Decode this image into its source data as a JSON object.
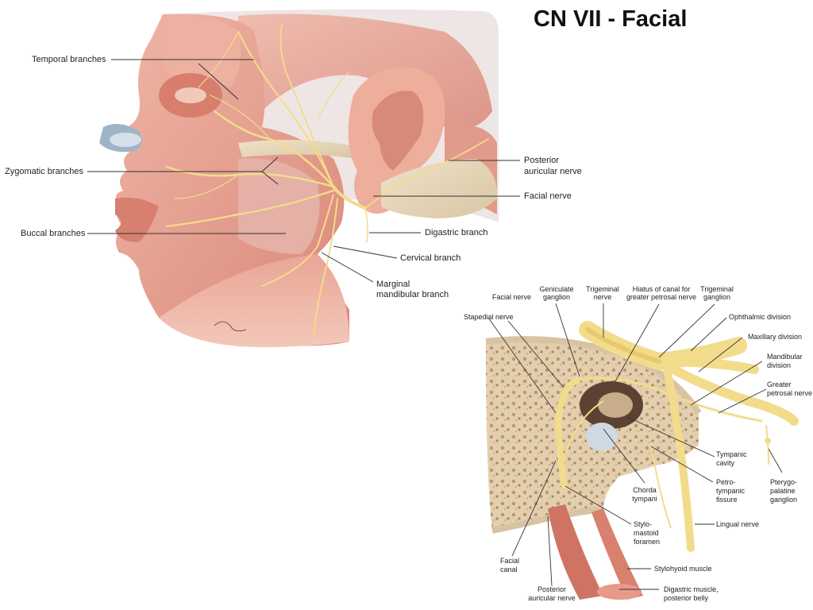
{
  "title": "CN VII - Facial",
  "face_labels": {
    "temporal": "Temporal branches",
    "zygomatic": "Zygomatic branches",
    "buccal": "Buccal branches",
    "posterior_auricular_1": "Posterior",
    "posterior_auricular_2": "auricular nerve",
    "facial_nerve": "Facial nerve",
    "digastric": "Digastric branch",
    "cervical": "Cervical branch",
    "marginal_1": "Marginal",
    "marginal_2": "mandibular branch"
  },
  "detail_labels": {
    "facial_nerve": "Facial nerve",
    "geniculate_1": "Geniculate",
    "geniculate_2": "ganglion",
    "trigeminal_nerve_1": "Trigeminal",
    "trigeminal_nerve_2": "nerve",
    "hiatus_1": "Hiatus of canal for",
    "hiatus_2": "greater petrosal nerve",
    "trigeminal_ganglion_1": "Trigeminal",
    "trigeminal_ganglion_2": "ganglion",
    "stapedial": "Stapedial nerve",
    "ophthalmic": "Ophthalmic division",
    "maxillary": "Maxillary division",
    "mandibular_1": "Mandibular",
    "mandibular_2": "division",
    "greater_petrosal_1": "Greater",
    "greater_petrosal_2": "petrosal nerve",
    "tympanic_1": "Tympanic",
    "tympanic_2": "cavity",
    "petro_1": "Petro-",
    "petro_2": "tympanic",
    "petro_3": "fissure",
    "pterygo_1": "Pterygo-",
    "pterygo_2": "palatine",
    "pterygo_3": "ganglion",
    "chorda_1": "Chorda",
    "chorda_2": "tympani",
    "lingual": "Lingual nerve",
    "stylo_1": "Stylo-",
    "stylo_2": "mastoid",
    "stylo_3": "foramen",
    "facial_canal_1": "Facial",
    "facial_canal_2": "canal",
    "stylohyoid": "Stylohyoid muscle",
    "post_aur_1": "Posterior",
    "post_aur_2": "auricular nerve",
    "digastric_1": "Digastric muscle,",
    "digastric_2": "posterior belly"
  },
  "colors": {
    "muscle": "#e8a596",
    "muscle_dark": "#c9705f",
    "nerve": "#f2dc8c",
    "bone": "#e9d8bd",
    "skin": "#f0c0ae",
    "leader": "#333333"
  }
}
